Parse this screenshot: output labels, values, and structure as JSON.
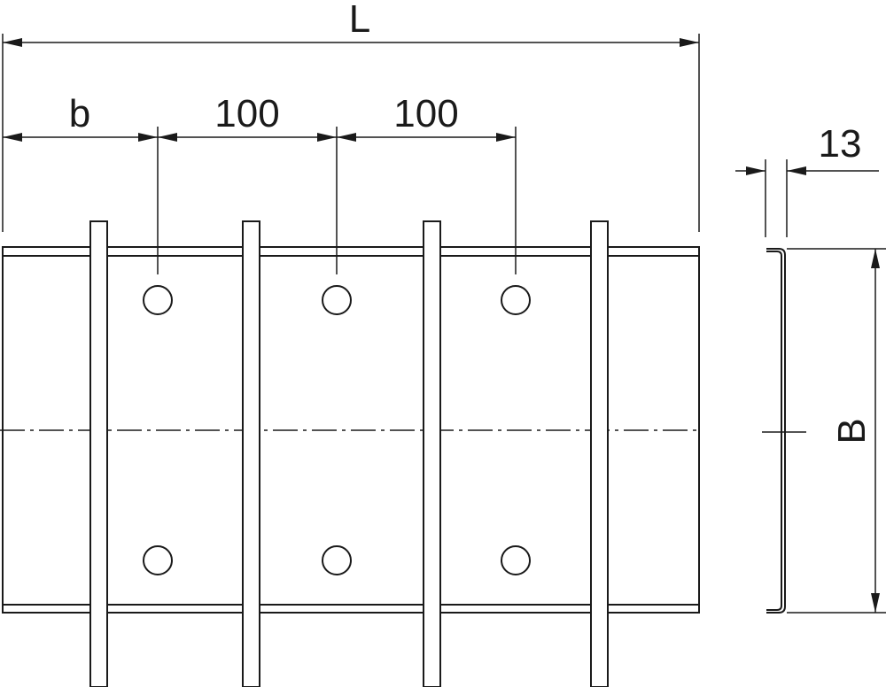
{
  "dimensions": {
    "overall_length_label": "L",
    "offset_label": "b",
    "pitch_1_label": "100",
    "pitch_2_label": "100",
    "flange_height_label": "13",
    "width_label": "B"
  }
}
